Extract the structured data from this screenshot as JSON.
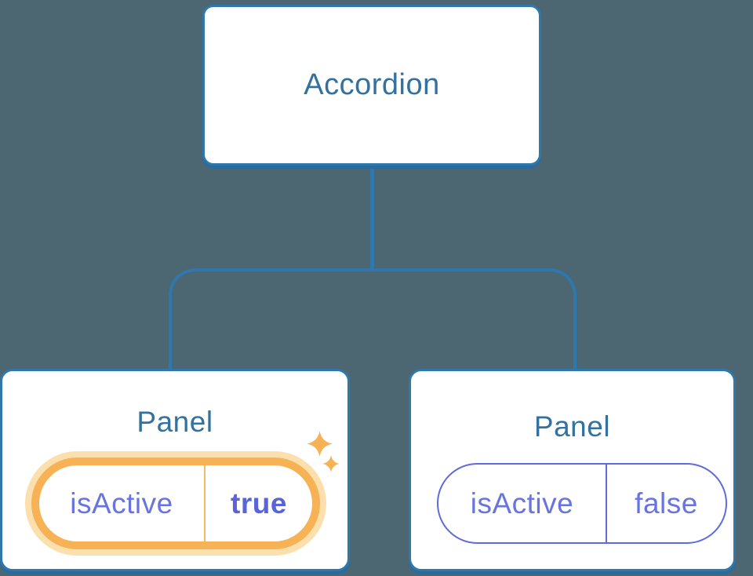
{
  "diagram": {
    "description": "Component tree: Accordion parent with two Panel children showing isActive state",
    "background_color": "#4C6771",
    "palette": {
      "node_fill": "#FFFFFF",
      "node_border_blue": "#2F78AC",
      "node_shadow_blue": "#2B6A9B",
      "connector_blue": "#2E78AD",
      "title_text_blue": "#33719E",
      "state_text_purple": "#6874DF",
      "state_value_bold_purple": "#5A64DA",
      "highlight_orange": "#F6B254",
      "highlight_glow": "#FBDFAD"
    },
    "root_node": {
      "label": "Accordion"
    },
    "panels": [
      {
        "title": "Panel",
        "state": {
          "key": "isActive",
          "value": "true"
        },
        "highlighted": true
      },
      {
        "title": "Panel",
        "state": {
          "key": "isActive",
          "value": "false"
        },
        "highlighted": false
      }
    ],
    "icons": {
      "sparkles": {
        "name": "sparkles-icon",
        "glyph": "✦",
        "color": "#F6B254"
      }
    }
  }
}
